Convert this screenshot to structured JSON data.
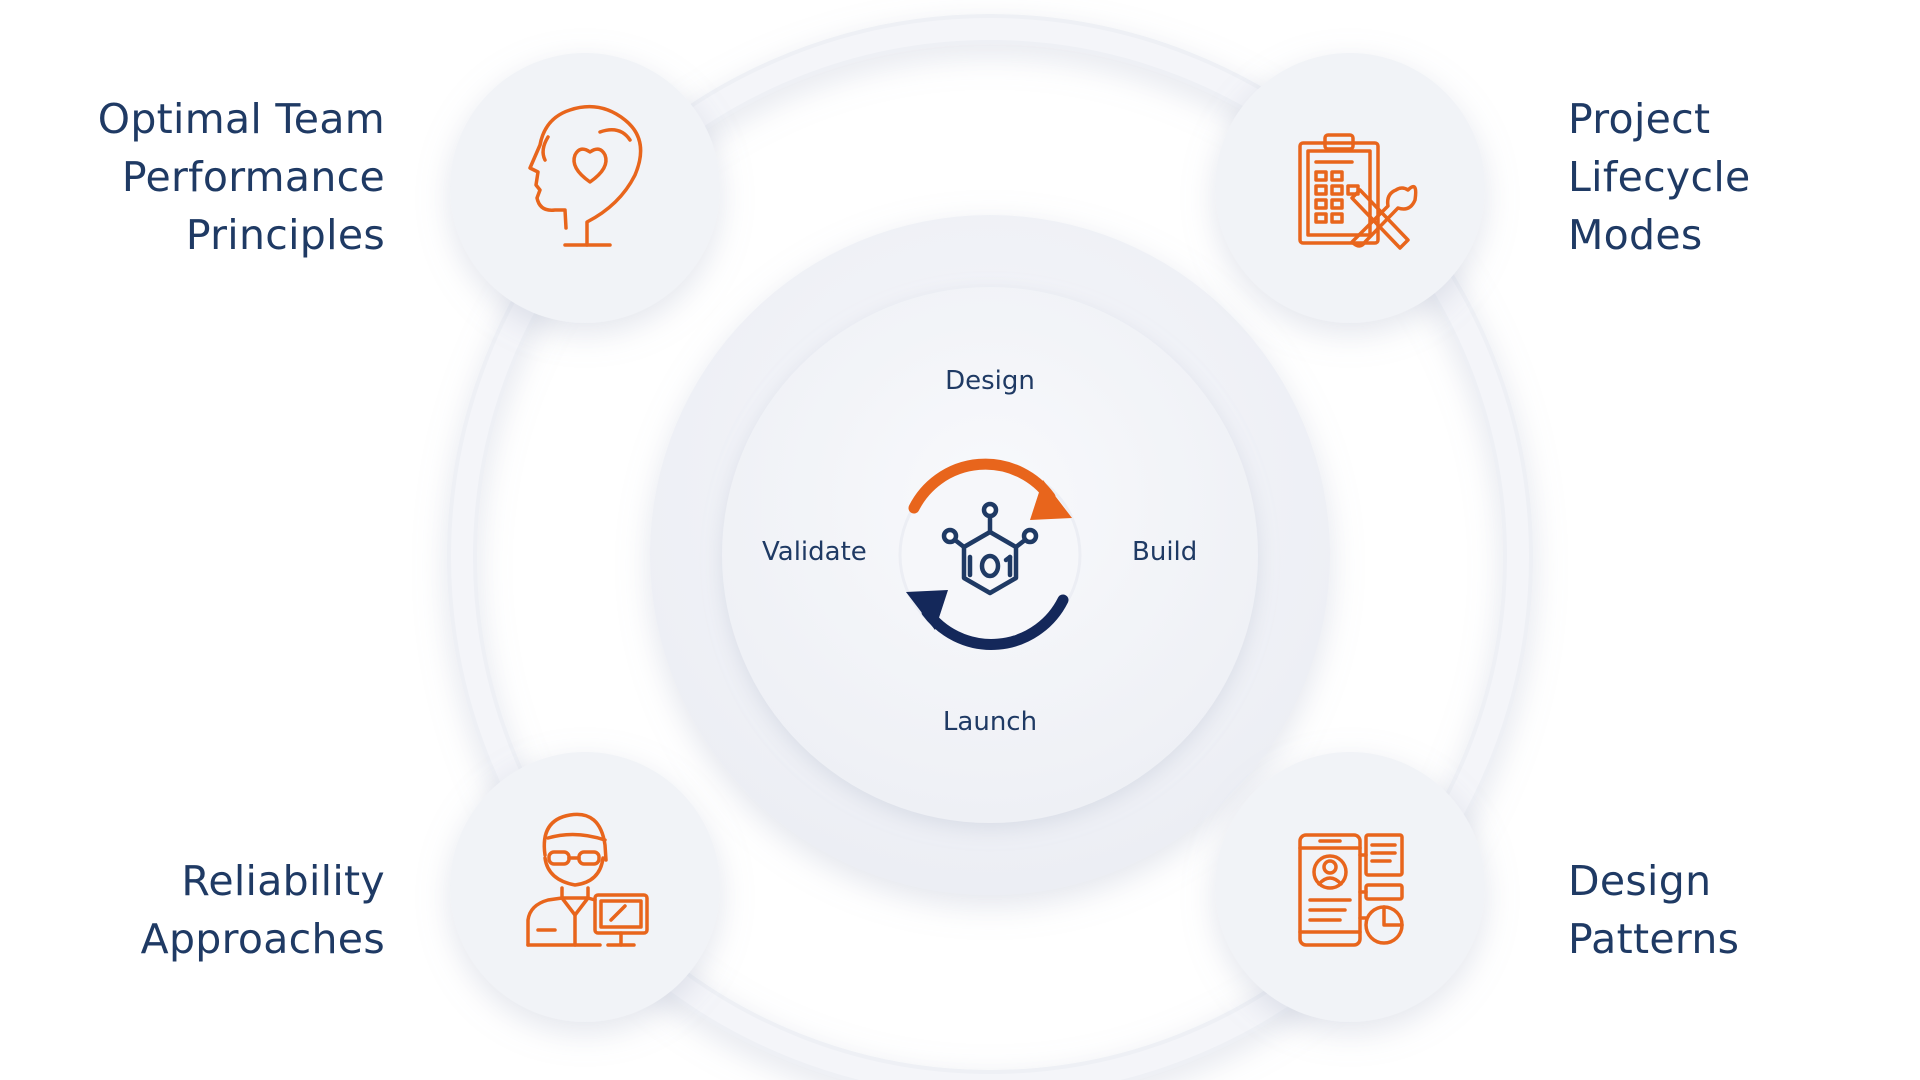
{
  "colors": {
    "accent": "#e8651c",
    "navy": "#1f3a64",
    "dark_navy": "#14285a",
    "disc": "#f1f3f8",
    "ring": "#eef0f5"
  },
  "corners": {
    "top_left": {
      "lines": [
        "Optimal Team",
        "Performance",
        "Principles"
      ],
      "icon": "head-heart-icon"
    },
    "top_right": {
      "lines": [
        "Project",
        "Lifecycle",
        "Modes"
      ],
      "icon": "clipboard-tools-icon"
    },
    "bottom_left": {
      "lines": [
        "Reliability",
        "Approaches"
      ],
      "icon": "person-computer-icon"
    },
    "bottom_right": {
      "lines": [
        "Design",
        "Patterns"
      ],
      "icon": "mobile-dashboard-icon"
    }
  },
  "cycle": {
    "top": "Design",
    "right": "Build",
    "bottom": "Launch",
    "left": "Validate",
    "center_icon": "binary-chip-icon"
  }
}
